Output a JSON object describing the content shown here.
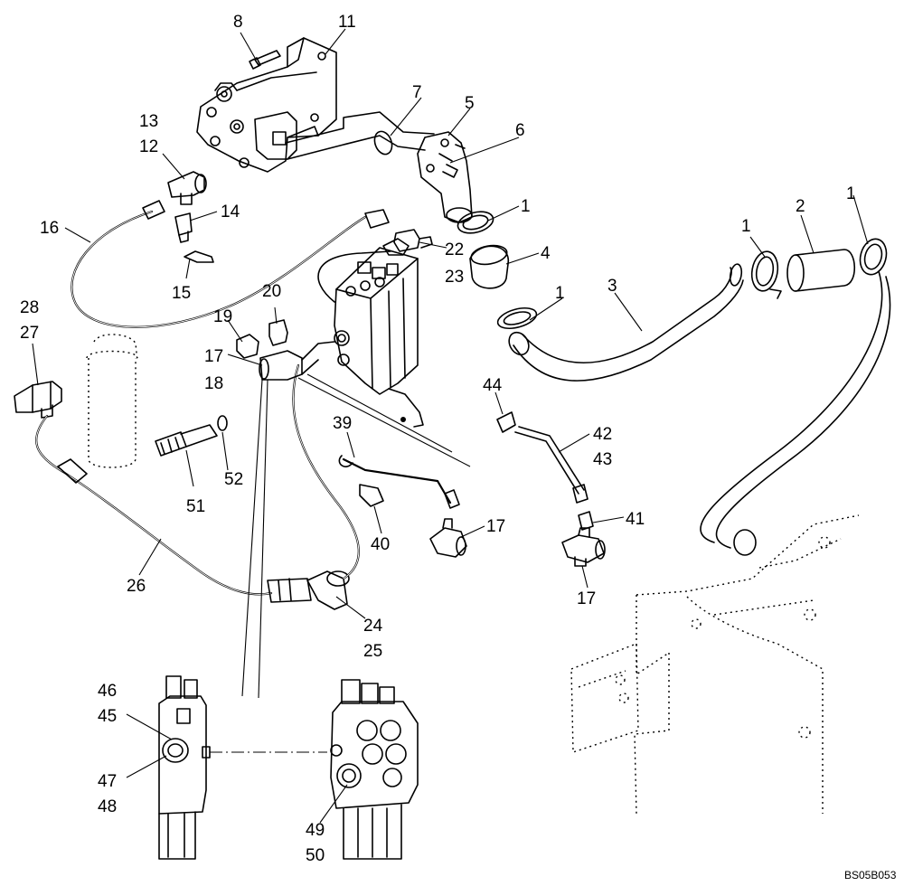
{
  "drawing_code": "BS05B053",
  "callouts": {
    "c1a": "1",
    "c1b": "1",
    "c1c": "1",
    "c1d": "1",
    "c2": "2",
    "c3": "3",
    "c4": "4",
    "c5": "5",
    "c6": "6",
    "c7": "7",
    "c8": "8",
    "c11": "11",
    "c12": "12",
    "c13": "13",
    "c14": "14",
    "c15": "15",
    "c16": "16",
    "c17a": "17",
    "c17b": "17",
    "c17c": "17",
    "c18": "18",
    "c19": "19",
    "c20": "20",
    "c22": "22",
    "c23": "23",
    "c24": "24",
    "c25": "25",
    "c26": "26",
    "c27": "27",
    "c28": "28",
    "c39": "39",
    "c40": "40",
    "c41": "41",
    "c42": "42",
    "c43": "43",
    "c44": "44",
    "c45": "45",
    "c46": "46",
    "c47": "47",
    "c48": "48",
    "c49": "49",
    "c50": "50",
    "c51": "51",
    "c52": "52"
  }
}
